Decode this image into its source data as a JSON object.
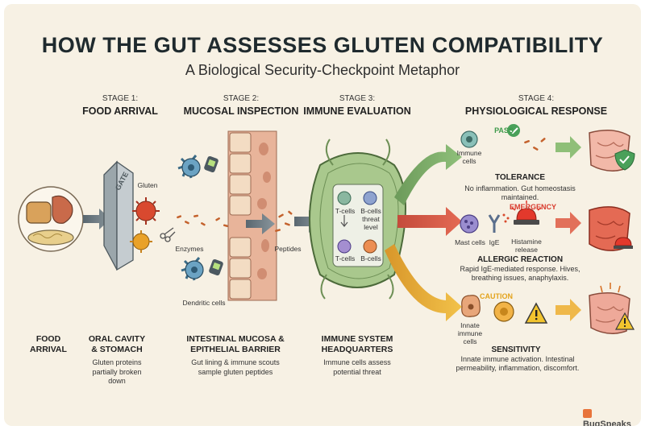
{
  "title": "HOW THE GUT ASSESSES GLUTEN COMPATIBILITY",
  "subtitle": "A Biological Security-Checkpoint Metaphor",
  "stages": [
    {
      "num": "STAGE 1:",
      "name": "FOOD ARRIVAL"
    },
    {
      "num": "STAGE 2:",
      "name": "MUCOSAL INSPECTION"
    },
    {
      "num": "STAGE 3:",
      "name": "IMMUNE EVALUATION"
    },
    {
      "num": "STAGE 4:",
      "name": "PHYSIOLOGICAL RESPONSE"
    }
  ],
  "labels": {
    "gate": "GATE",
    "gluten": "Gluten",
    "enzymes": "Enzymes",
    "peptides": "Peptides",
    "dendritic": "Dendritic cells",
    "tcells_top": "T-cells",
    "bcells_top": "B-cells",
    "threat_level": "threat level",
    "tcells_bottom": "T-cells",
    "bcells_bottom": "B-cells",
    "immune_cells": "Immune cells",
    "mast_cells": "Mast cells",
    "ige": "IgE",
    "histamine": "Histamine release",
    "innate": "Innate immune cells"
  },
  "bottom": {
    "food_arrival": "FOOD ARRIVAL",
    "oral_head": "ORAL CAVITY & STOMACH",
    "oral_desc": "Gluten proteins partially broken down",
    "mucosa_head": "INTESTINAL MUCOSA & EPITHELIAL BARRIER",
    "mucosa_desc": "Gut lining & immune scouts sample gluten peptides",
    "immune_head": "IMMUNE SYSTEM HEADQUARTERS",
    "immune_desc": "Immune cells assess potential threat"
  },
  "outcomes": {
    "pass": {
      "badge": "PASS",
      "title": "TOLERANCE",
      "desc": "No inflammation. Gut homeostasis maintained.",
      "color": "#3d9a4a"
    },
    "emergency": {
      "badge": "EMERGENCY",
      "title": "ALLERGIC REACTION",
      "desc": "Rapid IgE-mediated response. Hives, breathing issues, anaphylaxis.",
      "color": "#d83a2c"
    },
    "caution": {
      "badge": "CAUTION",
      "title": "SENSITIVITY",
      "desc": "Innate immune activation. Intestinal permeability, inflammation, discomfort.",
      "color": "#e3a31c"
    }
  },
  "brand": "BugSpeaks",
  "icons": [
    "bread-icon",
    "gate-icon",
    "gluten-icon",
    "scissors-icon",
    "dendritic-cell-icon",
    "scanner-icon",
    "epithelium-icon",
    "lymph-node-icon",
    "check-icon",
    "warning-icon",
    "alarm-icon",
    "gut-icon",
    "shield-icon"
  ]
}
